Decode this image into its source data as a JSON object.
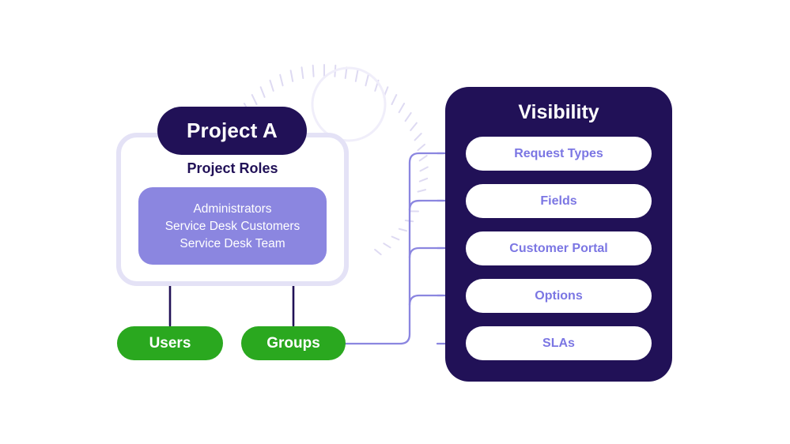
{
  "diagram": {
    "title_hidden": "Jira Service Desk project permissions diagram",
    "background": "#ffffff"
  },
  "colors": {
    "navy": "#211157",
    "periwinkle": "#8b86e0",
    "periwinkle_text": "#7b76e3",
    "green": "#2aa81f",
    "card_border": "#e4e2f6",
    "white": "#ffffff",
    "wire": "#8b86e0",
    "wire_dark": "#211157"
  },
  "project": {
    "pill_label": "Project A",
    "roles_heading": "Project Roles",
    "roles": [
      "Administrators",
      "Service Desk Customers",
      "Service Desk Team"
    ]
  },
  "sources": {
    "users_label": "Users",
    "groups_label": "Groups"
  },
  "visibility": {
    "title": "Visibility",
    "items": [
      {
        "label": "Request Types"
      },
      {
        "label": "Fields"
      },
      {
        "label": "Customer Portal"
      },
      {
        "label": "Options"
      },
      {
        "label": "SLAs"
      }
    ]
  },
  "icons": {
    "arrow_up": "arrow-up-icon",
    "arrow_right": "arrow-right-icon",
    "sunburst": "sunburst-decoration-icon",
    "circle": "circle-decoration-icon"
  }
}
